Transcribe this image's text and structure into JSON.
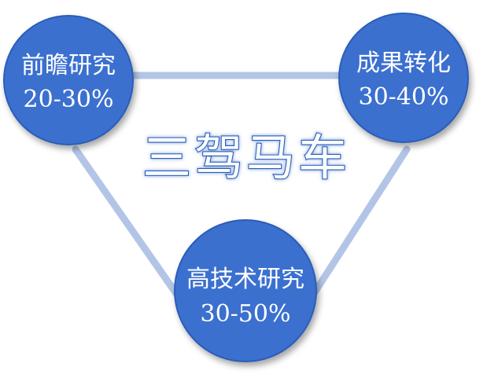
{
  "center": {
    "title": "三驾马车"
  },
  "nodes": [
    {
      "id": "frontier",
      "title": "前瞻研究",
      "value": "20-30%"
    },
    {
      "id": "transfer",
      "title": "成果转化",
      "value": "30-40%"
    },
    {
      "id": "hightech",
      "title": "高技术研究",
      "value": "30-50%"
    }
  ],
  "colors": {
    "node_fill": "#3a70cf",
    "node_border": "#2c5db8",
    "connector": "#b3c5e6",
    "text": "#ffffff"
  }
}
